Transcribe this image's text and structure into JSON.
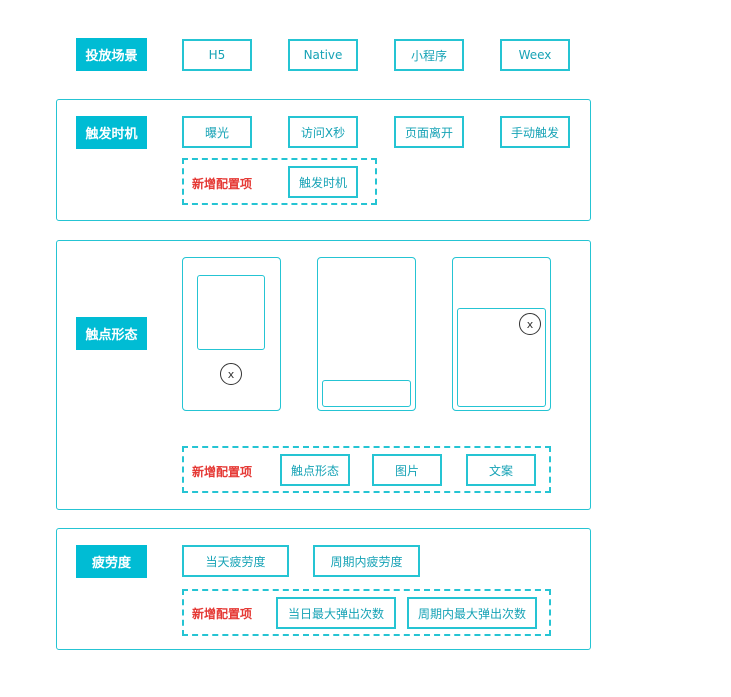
{
  "colors": {
    "accent": "#00bcd4",
    "border": "#25c4d3",
    "option_text": "#17a3b6",
    "new_label": "#e53935"
  },
  "scene": {
    "label": "投放场景",
    "options": [
      "H5",
      "Native",
      "小程序",
      "Weex"
    ]
  },
  "trigger": {
    "label": "触发时机",
    "options": [
      "曝光",
      "访问X秒",
      "页面离开",
      "手动触发"
    ],
    "new_label": "新增配置项",
    "new_options": [
      "触发时机"
    ]
  },
  "touch": {
    "label": "触点形态",
    "close_glyph": "x",
    "new_label": "新增配置项",
    "new_options": [
      "触点形态",
      "图片",
      "文案"
    ]
  },
  "fatigue": {
    "label": "疲劳度",
    "options": [
      "当天疲劳度",
      "周期内疲劳度"
    ],
    "new_label": "新增配置项",
    "new_options": [
      "当日最大弹出次数",
      "周期内最大弹出次数"
    ]
  }
}
